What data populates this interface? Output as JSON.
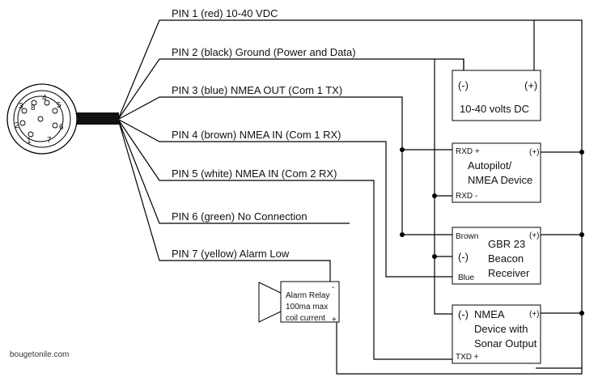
{
  "pins": [
    "PIN 1 (red) 10-40 VDC",
    "PIN 2 (black) Ground (Power and Data)",
    "PIN 3 (blue) NMEA OUT (Com 1 TX)",
    "PIN 4 (brown) NMEA IN (Com 1 RX)",
    "PIN 5 (white) NMEA IN (Com 2 RX)",
    "PIN 6 (green) No Connection",
    "PIN 7 (yellow) Alarm Low"
  ],
  "connector": {
    "pin_numbers": [
      "1",
      "2",
      "3",
      "4",
      "5",
      "6",
      "7",
      "8"
    ]
  },
  "power_box": {
    "minus": "(-)",
    "plus": "(+)",
    "label": "10-40 volts DC"
  },
  "autopilot_box": {
    "rxd_plus": "RXD +",
    "rxd_minus": "RXD -",
    "plus": "(+)",
    "line1": "Autopilot/",
    "line2": "NMEA Device"
  },
  "beacon_box": {
    "brown": "Brown",
    "blue": "Blue",
    "minus": "(-)",
    "plus": "(+)",
    "line1": "GBR 23",
    "line2": "Beacon",
    "line3": "Receiver"
  },
  "sonar_box": {
    "minus": "(-)",
    "plus": "(+)",
    "line1": "NMEA",
    "line2": "Device with",
    "line3": "Sonar Output",
    "txd_plus": "TXD +"
  },
  "relay_box": {
    "line1": "Alarm Relay",
    "line2": "100ma max",
    "line3": "coil current",
    "minus": "-",
    "plus": "+"
  },
  "watermark": "bougetonile.com"
}
